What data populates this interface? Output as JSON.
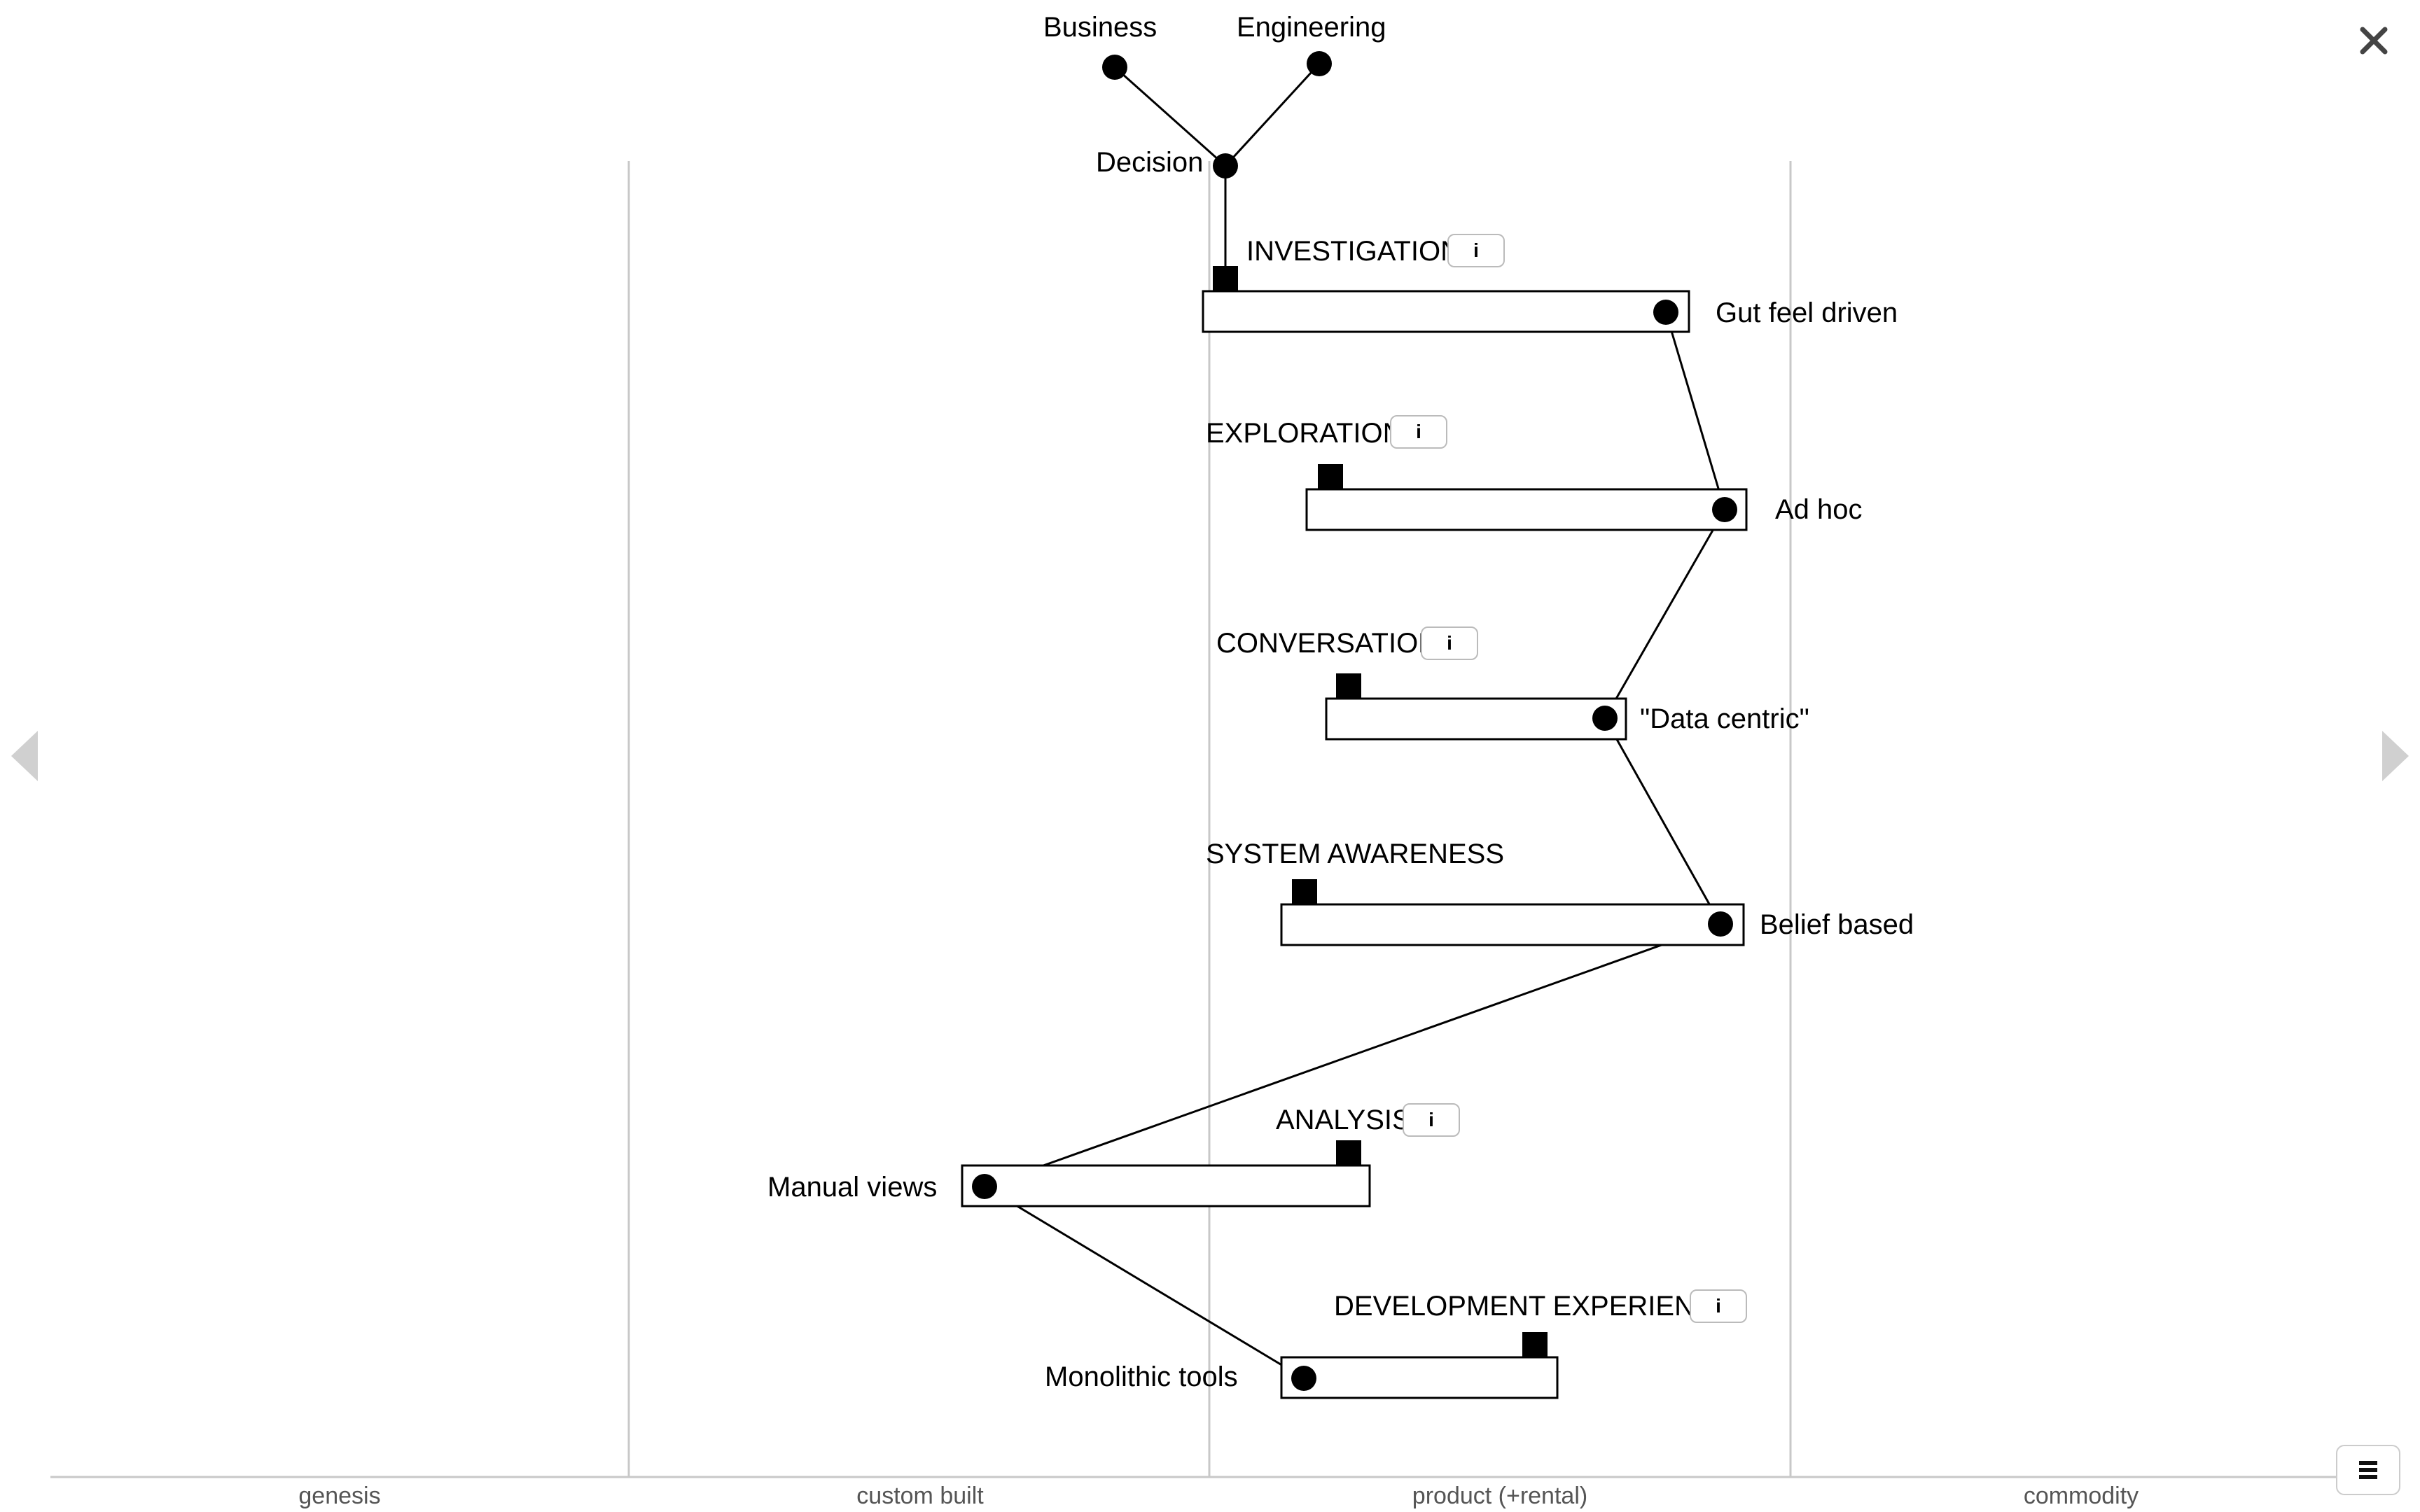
{
  "axis": {
    "stages": [
      "genesis",
      "custom built",
      "product (+rental)",
      "commodity"
    ]
  },
  "users": [
    {
      "id": "business",
      "label": "Business"
    },
    {
      "id": "engineering",
      "label": "Engineering"
    }
  ],
  "decision": {
    "label": "Decision"
  },
  "stages": [
    {
      "id": "investigation",
      "title": "INVESTIGATION",
      "has_info": true,
      "value_label": "Gut feel driven"
    },
    {
      "id": "exploration",
      "title": "EXPLORATION",
      "has_info": true,
      "value_label": "Ad hoc"
    },
    {
      "id": "conversation",
      "title": "CONVERSATION",
      "has_info": true,
      "value_label": "\"Data centric\""
    },
    {
      "id": "system-awareness",
      "title": "SYSTEM AWARENESS",
      "has_info": false,
      "value_label": "Belief based"
    },
    {
      "id": "analysis",
      "title": "ANALYSIS",
      "has_info": true,
      "value_label": "Manual views"
    },
    {
      "id": "development-experience",
      "title": "DEVELOPMENT EXPERIENCE",
      "has_info": true,
      "value_label": "Monolithic tools"
    }
  ],
  "info_glyph": "i",
  "icons": {
    "close": "close-icon",
    "prev": "chevron-left-icon",
    "next": "chevron-right-icon",
    "menu": "menu-icon",
    "info": "info-icon"
  },
  "colors": {
    "ink": "#000000",
    "grid": "#c8c8c8",
    "axis_text": "#555555",
    "nav": "#d0d0d0"
  }
}
